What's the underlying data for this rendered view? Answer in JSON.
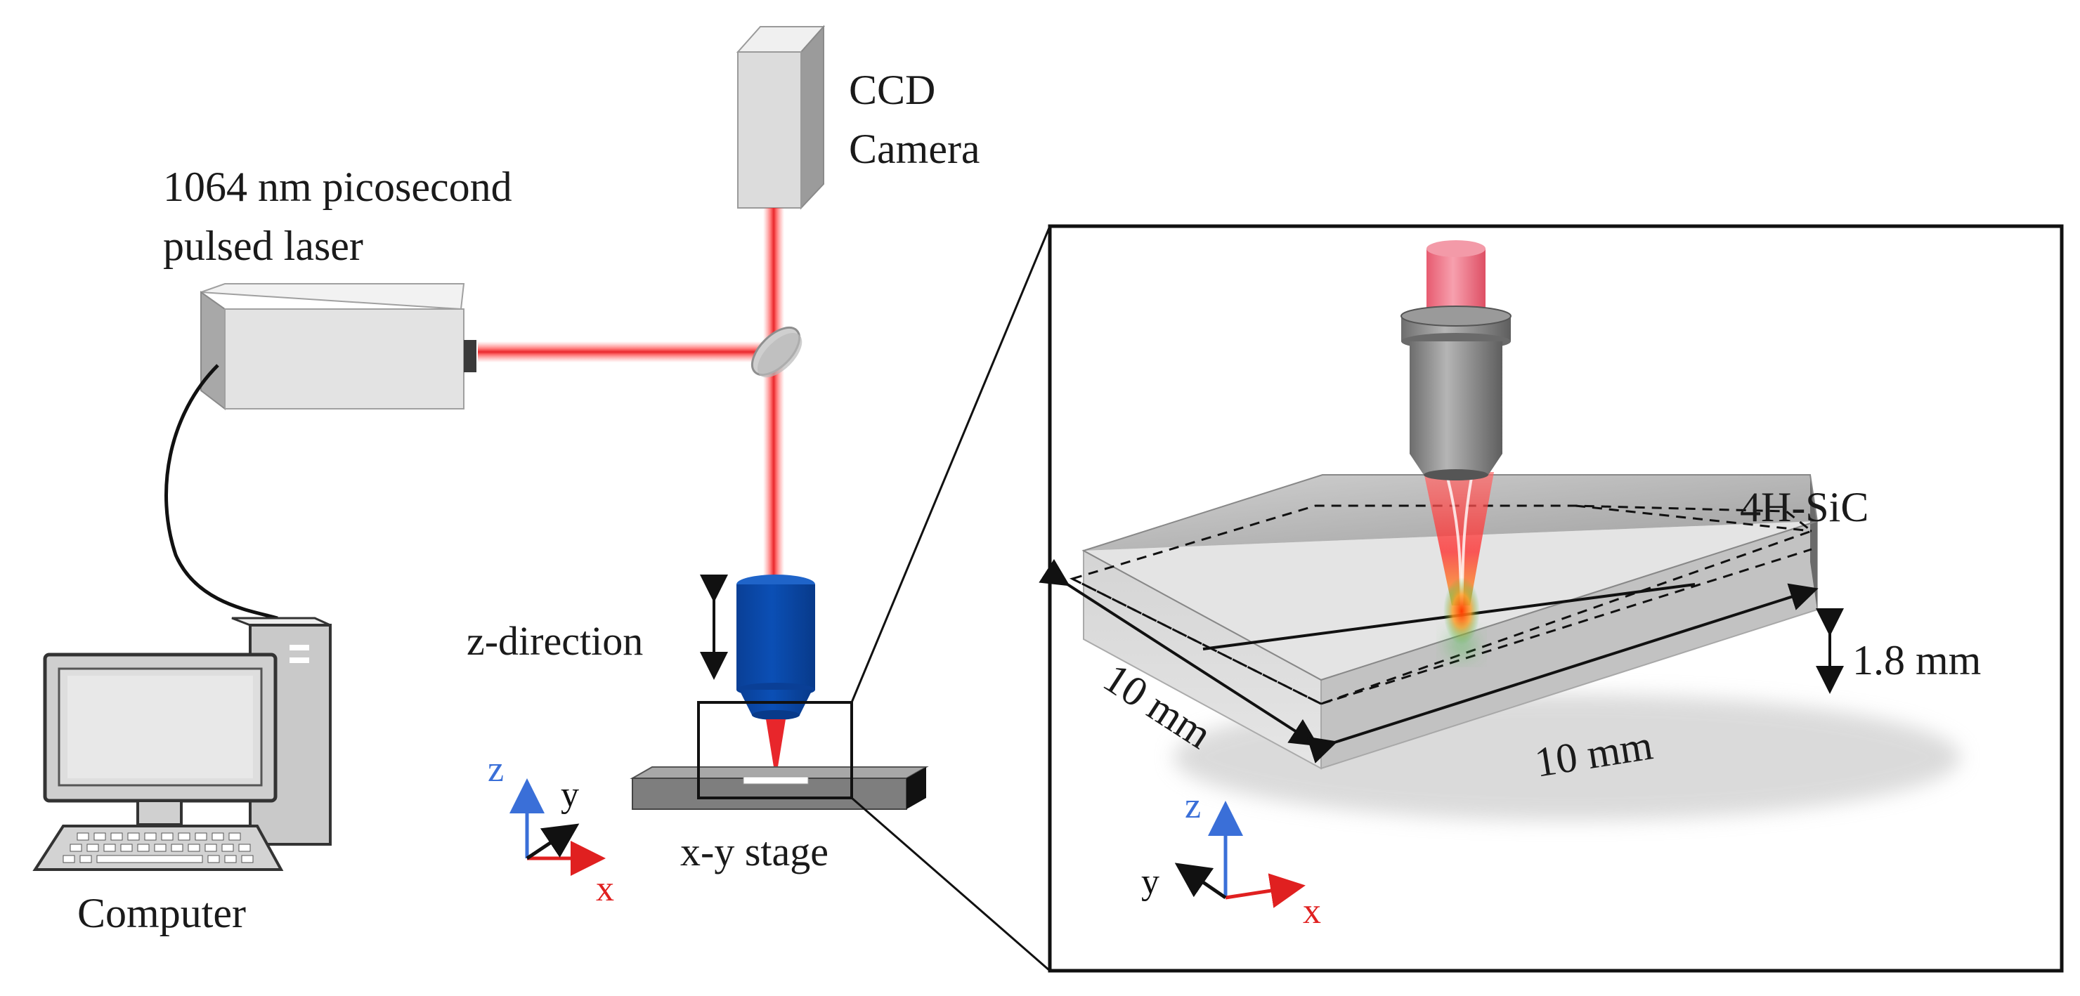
{
  "labels": {
    "camera_line1": "CCD",
    "camera_line2": "Camera",
    "laser_line1": "1064 nm picosecond",
    "laser_line2": "pulsed laser",
    "z_direction": "z-direction",
    "stage": "x-y stage",
    "computer": "Computer",
    "material": "4H-SiC",
    "thickness": "1.8 mm",
    "width": "10 mm",
    "length": "10 mm"
  },
  "axes_left": {
    "z": "z",
    "y": "y",
    "x": "x"
  },
  "axes_inset": {
    "z": "z",
    "y": "y",
    "x": "x"
  },
  "colors": {
    "laser_beam": "#e8262b",
    "objective": "#0a47a6",
    "axis_z": "#3a6fd8",
    "axis_x": "#e02020",
    "axis_y": "#111111",
    "camera": "#d9d9d9",
    "laser_body": "#e3e3e3",
    "sample": "#8c8c8c",
    "filter": "#f07080"
  }
}
